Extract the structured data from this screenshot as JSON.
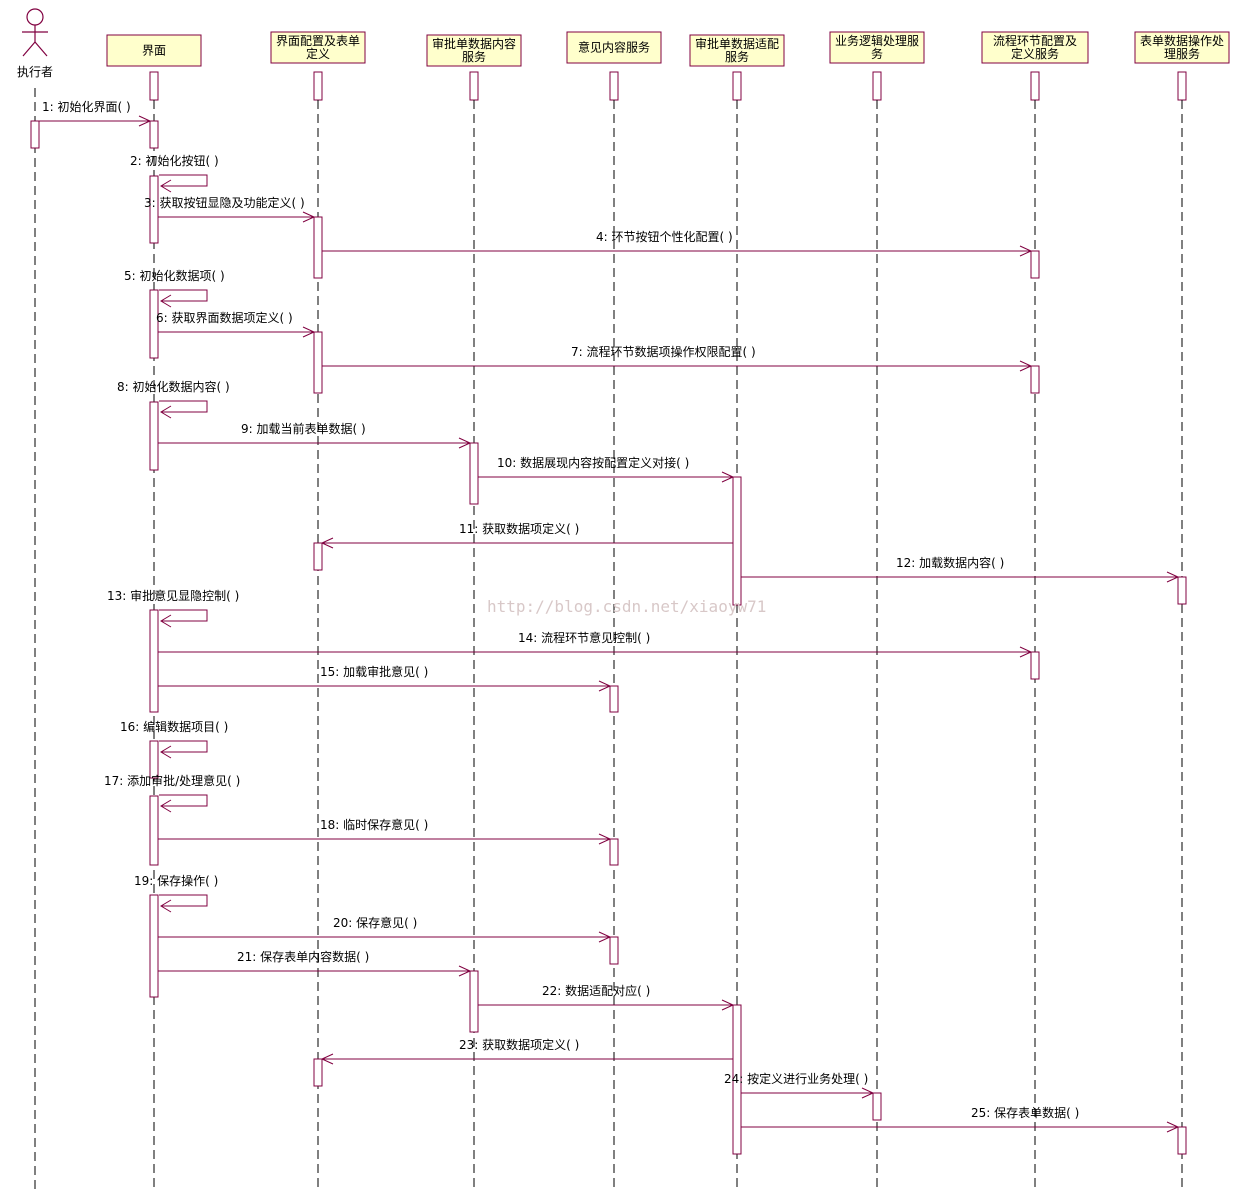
{
  "colors": {
    "line": "#800040",
    "box_fill": "#ffffcc",
    "box_stroke": "#800040",
    "lifeline": "#000000",
    "text": "#000000"
  },
  "watermark": "http://blog.csdn.net/xiaoyw71",
  "participants": [
    {
      "id": "actor",
      "kind": "actor",
      "lines": [
        "执行者"
      ]
    },
    {
      "id": "ui",
      "kind": "box",
      "lines": [
        "界面"
      ]
    },
    {
      "id": "cfg",
      "kind": "box",
      "lines": [
        "界面配置及表单",
        "定义"
      ]
    },
    {
      "id": "data",
      "kind": "box",
      "lines": [
        "审批单数据内容",
        "服务"
      ]
    },
    {
      "id": "opinion",
      "kind": "box",
      "lines": [
        "意见内容服务"
      ]
    },
    {
      "id": "adapt",
      "kind": "box",
      "lines": [
        "审批单数据适配",
        "服务"
      ]
    },
    {
      "id": "biz",
      "kind": "box",
      "lines": [
        "业务逻辑处理服",
        "务"
      ]
    },
    {
      "id": "flow",
      "kind": "box",
      "lines": [
        "流程环节配置及",
        "定义服务"
      ]
    },
    {
      "id": "form",
      "kind": "box",
      "lines": [
        "表单数据操作处",
        "理服务"
      ]
    }
  ],
  "messages": [
    {
      "from": "actor",
      "to": "ui",
      "label": "1: 初始化界面( )"
    },
    {
      "from": "ui",
      "to": "ui",
      "label": "2: 初始化按钮( )"
    },
    {
      "from": "ui",
      "to": "cfg",
      "label": "3: 获取按钮显隐及功能定义( )"
    },
    {
      "from": "cfg",
      "to": "flow",
      "label": "4: 环节按钮个性化配置( )"
    },
    {
      "from": "ui",
      "to": "ui",
      "label": "5: 初始化数据项( )"
    },
    {
      "from": "ui",
      "to": "cfg",
      "label": "6: 获取界面数据项定义( )"
    },
    {
      "from": "cfg",
      "to": "flow",
      "label": "7: 流程环节数据项操作权限配置( )"
    },
    {
      "from": "ui",
      "to": "ui",
      "label": "8: 初始化数据内容( )"
    },
    {
      "from": "ui",
      "to": "data",
      "label": "9: 加载当前表单数据( )"
    },
    {
      "from": "data",
      "to": "adapt",
      "label": "10: 数据展现内容按配置定义对接( )"
    },
    {
      "from": "adapt",
      "to": "cfg",
      "label": "11: 获取数据项定义( )"
    },
    {
      "from": "adapt",
      "to": "form",
      "label": "12: 加载数据内容( )"
    },
    {
      "from": "ui",
      "to": "ui",
      "label": "13: 审批意见显隐控制( )"
    },
    {
      "from": "ui",
      "to": "flow",
      "label": "14: 流程环节意见控制( )"
    },
    {
      "from": "ui",
      "to": "opinion",
      "label": "15: 加载审批意见( )"
    },
    {
      "from": "ui",
      "to": "ui",
      "label": "16: 编辑数据项目( )"
    },
    {
      "from": "ui",
      "to": "ui",
      "label": "17: 添加审批/处理意见( )"
    },
    {
      "from": "ui",
      "to": "opinion",
      "label": "18: 临时保存意见( )"
    },
    {
      "from": "ui",
      "to": "ui",
      "label": "19: 保存操作( )"
    },
    {
      "from": "ui",
      "to": "opinion",
      "label": "20: 保存意见( )"
    },
    {
      "from": "ui",
      "to": "data",
      "label": "21: 保存表单内容数据( )"
    },
    {
      "from": "data",
      "to": "adapt",
      "label": "22: 数据适配对应( )"
    },
    {
      "from": "adapt",
      "to": "cfg",
      "label": "23: 获取数据项定义( )"
    },
    {
      "from": "adapt",
      "to": "biz",
      "label": "24: 按定义进行业务处理( )"
    },
    {
      "from": "adapt",
      "to": "form",
      "label": "25: 保存表单数据( )"
    }
  ]
}
